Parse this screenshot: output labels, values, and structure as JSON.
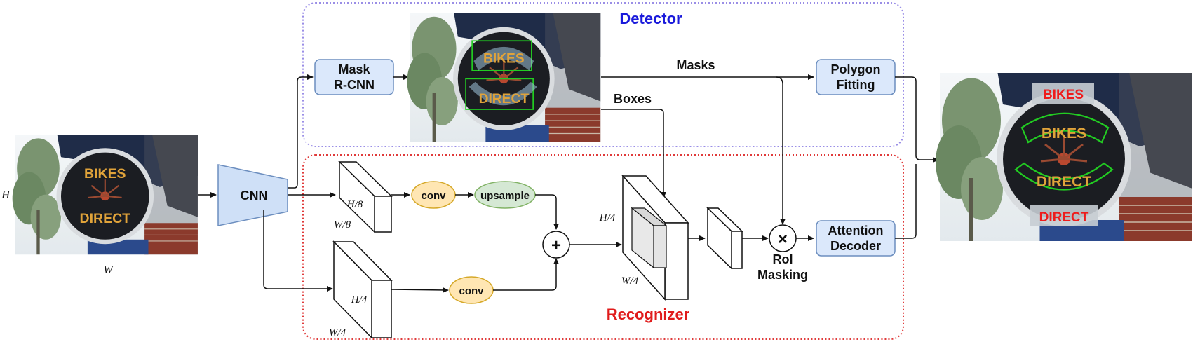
{
  "sections": {
    "detector": "Detector",
    "recognizer": "Recognizer"
  },
  "nodes": {
    "cnn": "CNN",
    "mask_rcnn_line1": "Mask",
    "mask_rcnn_line2": "R-CNN",
    "polygon_line1": "Polygon",
    "polygon_line2": "Fitting",
    "attention_line1": "Attention",
    "attention_line2": "Decoder",
    "conv_top": "conv",
    "upsample": "upsample",
    "conv_bottom": "conv",
    "plus": "+",
    "times": "×",
    "roi_line1": "RoI",
    "roi_line2": "Masking"
  },
  "edge_labels": {
    "masks": "Masks",
    "boxes": "Boxes"
  },
  "dimensions": {
    "input_h": "H",
    "input_w": "W",
    "top_h": "H/8",
    "top_w": "W/8",
    "bottom_h": "H/4",
    "bottom_w": "W/4",
    "mid_h": "H/4",
    "mid_w": "W/4"
  },
  "photo_text": {
    "sign_word1": "BIKES",
    "sign_word2": "DIRECT",
    "output_word1": "BIKES",
    "output_word2": "DIRECT"
  },
  "colors": {
    "node_fill": "#dbe8fb",
    "node_stroke": "#6c8ebf",
    "conv_fill": "#ffe6b3",
    "conv_stroke": "#d6a92a",
    "upsample_fill": "#d5e8d4",
    "upsample_stroke": "#82b366",
    "cnn_fill": "#cfe0f7",
    "detector_border": "#9a8ee6",
    "recognizer_border": "#e03a3a",
    "detection_box": "#22cc22"
  }
}
